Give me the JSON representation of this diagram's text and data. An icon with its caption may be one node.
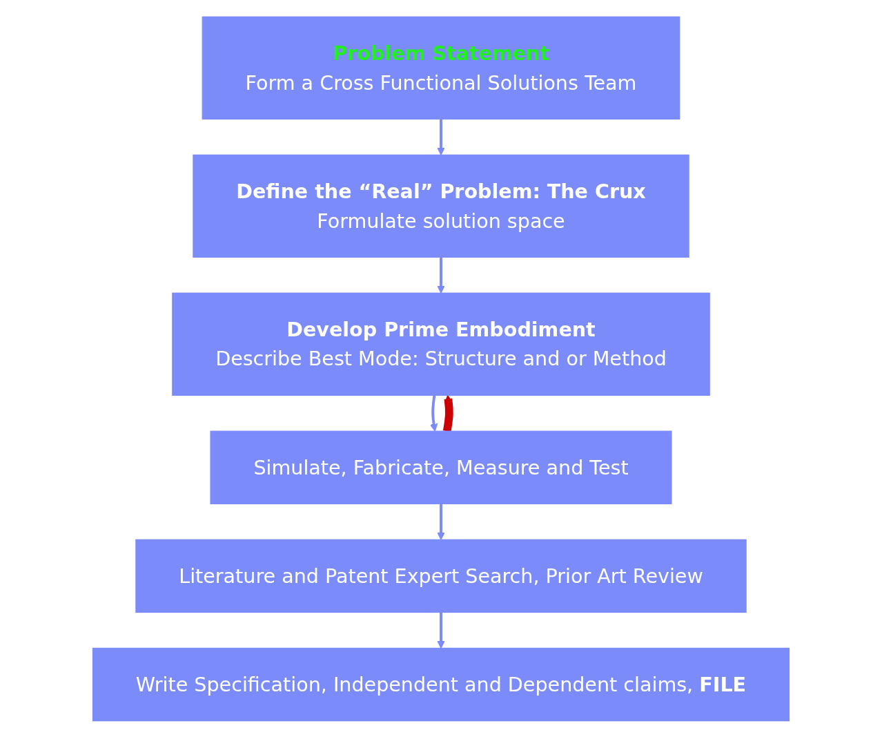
{
  "diagram": {
    "nodes": [
      {
        "text": [
          "Problem Statement",
          "Form a Cross Functional  Solutions Team"
        ]
      },
      {
        "text": [
          "Define the “Real” Problem:  The Crux",
          "Formulate solution space"
        ]
      },
      {
        "text": [
          "Develop Prime Embodiment",
          "Describe Best Mode:  Structure and or Method"
        ]
      },
      {
        "text": [
          "Simulate, Fabricate, Measure and Test"
        ]
      },
      {
        "text": [
          "Literature and Patent Expert Search, Prior Art Review"
        ]
      },
      {
        "text": [
          "Write Specification, Independent and Dependent claims, **FILE**"
        ]
      }
    ],
    "edges": [
      {
        "from": 0,
        "to": 1,
        "arrow": "to"
      },
      {
        "from": 1,
        "to": 2,
        "arrow": "to"
      },
      {
        "from": 2,
        "to": 3,
        "arrow": "to"
      },
      {
        "from": 3,
        "to": 2,
        "arrow": "to",
        "style": "thick",
        "color": "#cc0000"
      },
      {
        "from": 3,
        "to": 4,
        "arrow": "to"
      },
      {
        "from": 4,
        "to": 5,
        "arrow": "to"
      }
    ]
  }
}
